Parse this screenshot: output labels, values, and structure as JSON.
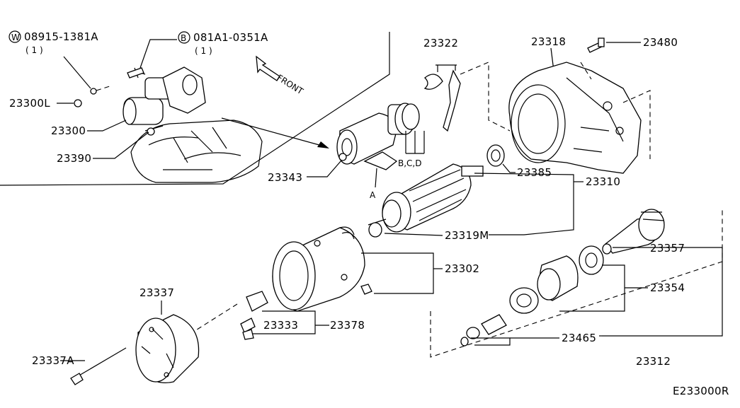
{
  "callouts": {
    "bolt_top_left": {
      "code": "08915-1381A",
      "qty": "( 1 )",
      "symbol": "W"
    },
    "bolt_top_center": {
      "code": "081A1-0351A",
      "qty": "( 1 )",
      "symbol": "B"
    },
    "front": "FRONT"
  },
  "parts": {
    "p23300L": "23300L",
    "p23300": "23300",
    "p23390": "23390",
    "p23343": "23343",
    "p23322": "23322",
    "p23318": "23318",
    "p23480": "23480",
    "p23385": "23385",
    "p23310": "23310",
    "p23319M": "23319M",
    "p23302": "23302",
    "p23357": "23357",
    "p23354": "23354",
    "p23337": "23337",
    "p23337A": "23337A",
    "p23333": "23333",
    "p23378": "23378",
    "p23465": "23465",
    "p23312": "23312"
  },
  "letters": {
    "a": "A",
    "bcd": "B,C,D"
  },
  "diagram_code": "E233000R"
}
